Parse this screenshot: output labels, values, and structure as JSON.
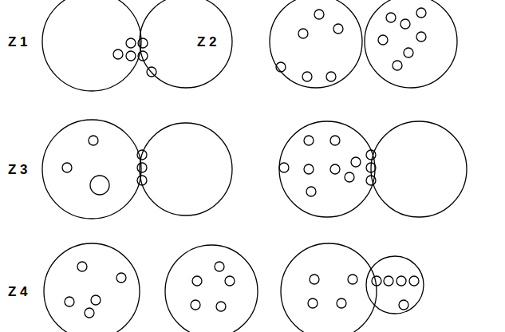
{
  "diagram": {
    "labels": [
      "Z 1",
      "Z 2",
      "Z 3",
      "Z 4"
    ]
  }
}
